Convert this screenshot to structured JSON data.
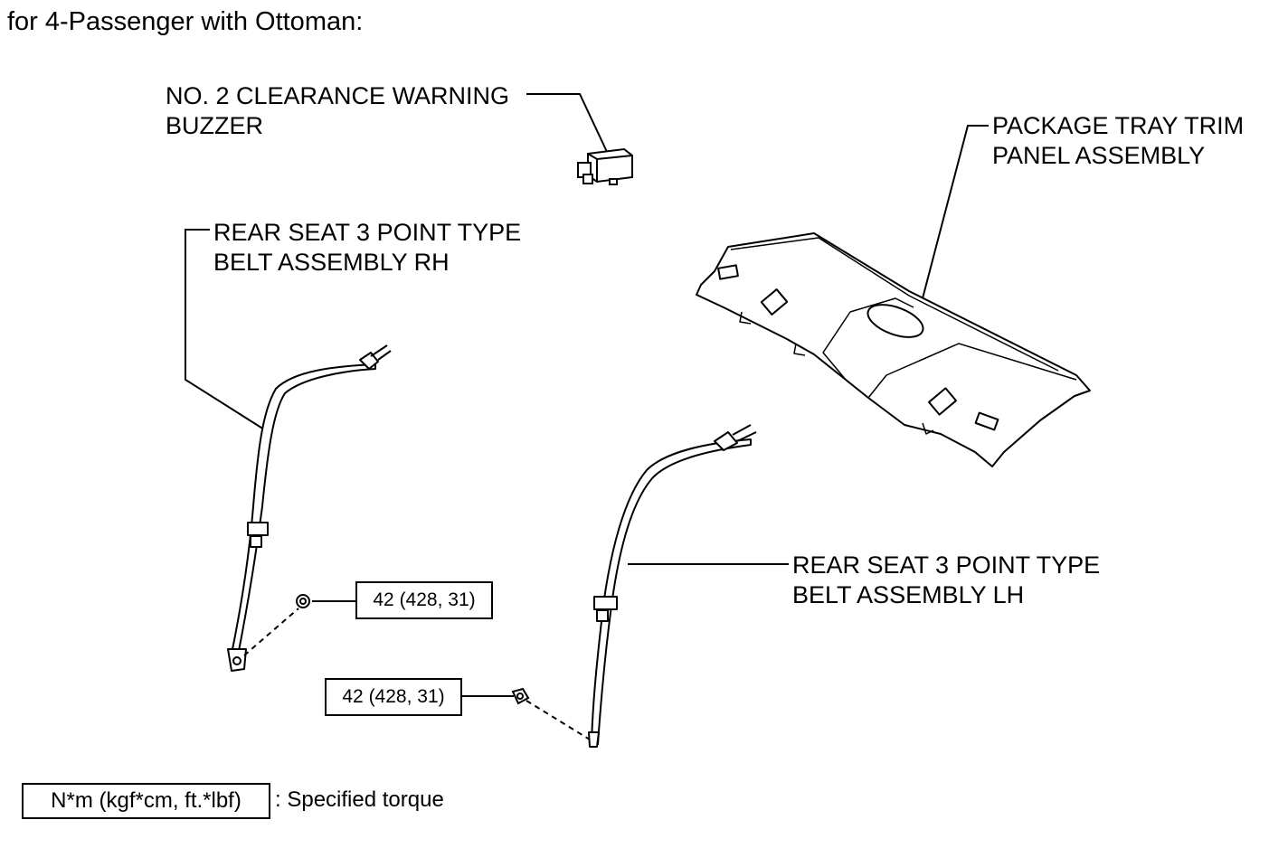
{
  "title": "for 4-Passenger with Ottoman:",
  "labels": {
    "buzzer": [
      "NO. 2 CLEARANCE WARNING",
      "BUZZER"
    ],
    "tray": [
      "PACKAGE TRAY TRIM",
      "PANEL ASSEMBLY"
    ],
    "belt_rh": [
      "REAR SEAT 3 POINT TYPE",
      "BELT ASSEMBLY RH"
    ],
    "belt_lh": [
      "REAR SEAT 3 POINT TYPE",
      "BELT ASSEMBLY LH"
    ]
  },
  "torque": {
    "rh": "42 (428, 31)",
    "lh": "42 (428, 31)"
  },
  "legend": {
    "unit": "N*m (kgf*cm, ft.*lbf)",
    "description": ": Specified torque"
  }
}
